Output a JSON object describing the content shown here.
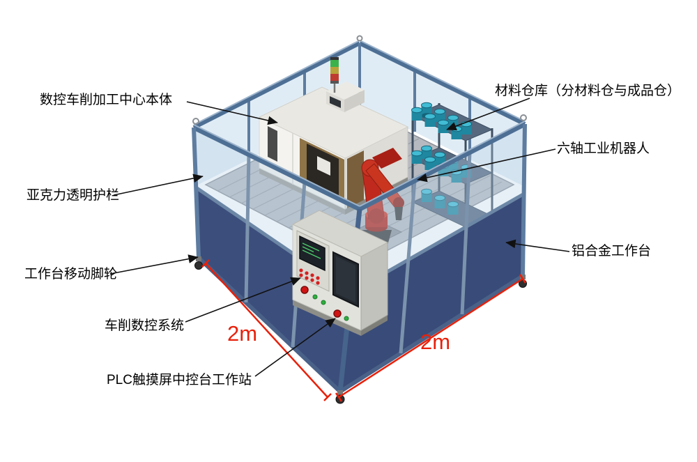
{
  "diagram": {
    "subject": "CNC turning machining cell isometric diagram",
    "background": "#ffffff"
  },
  "labels": {
    "cnc_body": "数控车削加工中心本体",
    "material_warehouse": "材料仓库（分材料仓与成品仓）",
    "robot": "六轴工业机器人",
    "acrylic_fence": "亚克力透明护栏",
    "workbench": "铝合金工作台",
    "casters": "工作台移动脚轮",
    "cnc_system": "车削数控系统",
    "plc_console": "PLC触摸屏中控台工作站"
  },
  "dimensions": {
    "left": "2m",
    "right": "2m"
  },
  "colors": {
    "dimension_red": "#e8200a",
    "arrow_black": "#111111",
    "frame_blue": "#4e6f94",
    "panel_navy": "#3c4e7c",
    "acrylic_tint": "#bad4e9",
    "robot_red": "#c0271d",
    "cylinder_teal": "#41bcd4",
    "machine_white": "#f4f3ef",
    "machine_trim_tan": "#8f7448",
    "floor_gray": "#b6bac0"
  }
}
